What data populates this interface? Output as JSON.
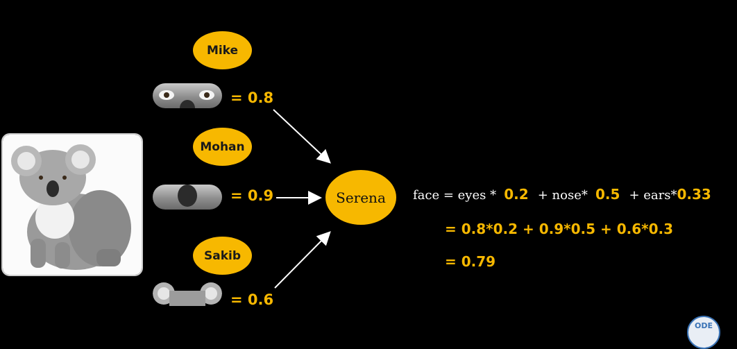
{
  "persons": [
    {
      "name": "Mike",
      "feature": "eyes",
      "score": "= 0.8"
    },
    {
      "name": "Mohan",
      "feature": "nose",
      "score": "= 0.9"
    },
    {
      "name": "Sakib",
      "feature": "ears",
      "score": "= 0.6"
    }
  ],
  "target": {
    "name": "Serena"
  },
  "formula": {
    "lhs": "face = eyes *",
    "w_eyes": "0.2",
    "plus_nose": "+ nose*",
    "w_nose": "0.5",
    "plus_ears": "+ ears*",
    "w_ears": "0.33"
  },
  "calc": {
    "line1": "= 0.8*0.2 + 0.9*0.5 + 0.6*0.3",
    "line2": "= 0.79"
  },
  "colors": {
    "accent": "#f7b800",
    "background": "#000000",
    "text": "#ffffff"
  },
  "logo": {
    "text": "ODE"
  }
}
